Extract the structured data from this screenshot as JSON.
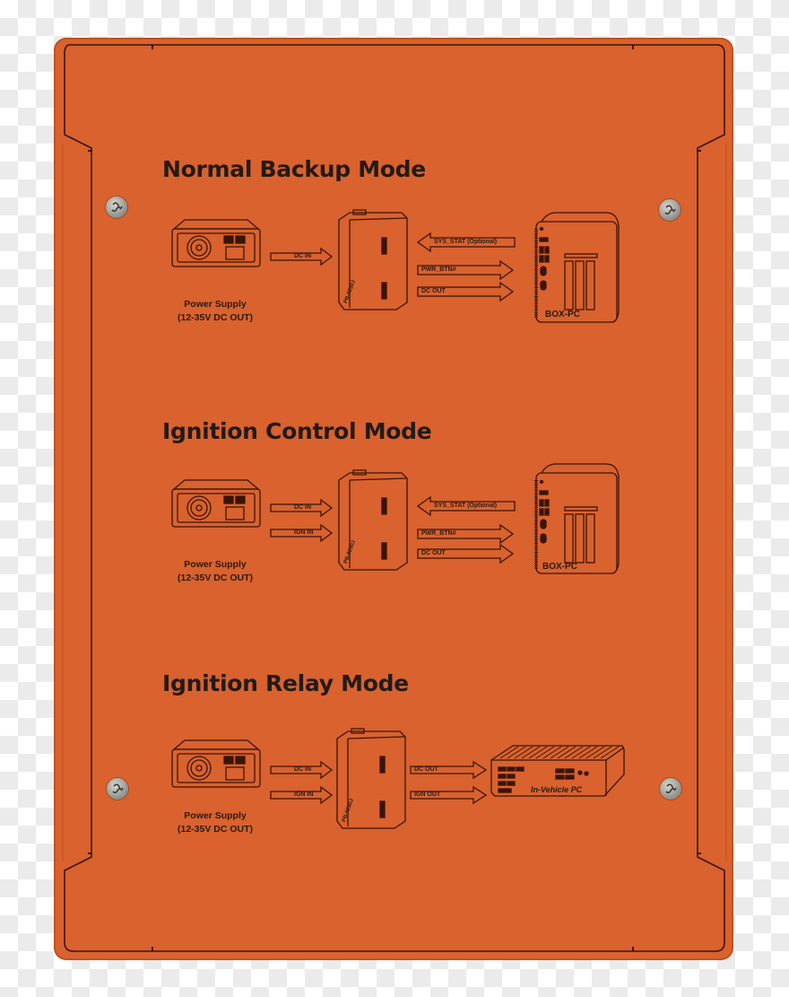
{
  "colors": {
    "panel": "#d9622e",
    "ink": "#2a1a14",
    "screw": "#a8a8a0"
  },
  "sections": [
    {
      "title": "Normal Backup Mode",
      "source": {
        "label_line1": "Power Supply",
        "label_line2": "(12-35V DC OUT)"
      },
      "inputs": [
        "DC IN"
      ],
      "module_label": "PB-9250J",
      "outputs": [
        {
          "label": "SYS_STAT (Optional)",
          "direction": "left"
        },
        {
          "label": "PWR_BTN#",
          "direction": "right"
        },
        {
          "label": "DC OUT",
          "direction": "right"
        }
      ],
      "target": "BOX-PC"
    },
    {
      "title": "Ignition Control Mode",
      "source": {
        "label_line1": "Power Supply",
        "label_line2": "(12-35V DC OUT)"
      },
      "inputs": [
        "DC IN",
        "IGN IN"
      ],
      "module_label": "PB-9250J",
      "outputs": [
        {
          "label": "SYS_STAT (Optional)",
          "direction": "left"
        },
        {
          "label": "PWR_BTN#",
          "direction": "right"
        },
        {
          "label": "DC OUT",
          "direction": "right"
        }
      ],
      "target": "BOX-PC"
    },
    {
      "title": "Ignition Relay Mode",
      "source": {
        "label_line1": "Power Supply",
        "label_line2": "(12-35V DC OUT)"
      },
      "inputs": [
        "DC IN",
        "IGN IN"
      ],
      "module_label": "PB-9250J",
      "outputs": [
        {
          "label": "DC OUT",
          "direction": "right"
        },
        {
          "label": "IGN OUT",
          "direction": "right"
        }
      ],
      "target": "In-Vehicle PC"
    }
  ]
}
